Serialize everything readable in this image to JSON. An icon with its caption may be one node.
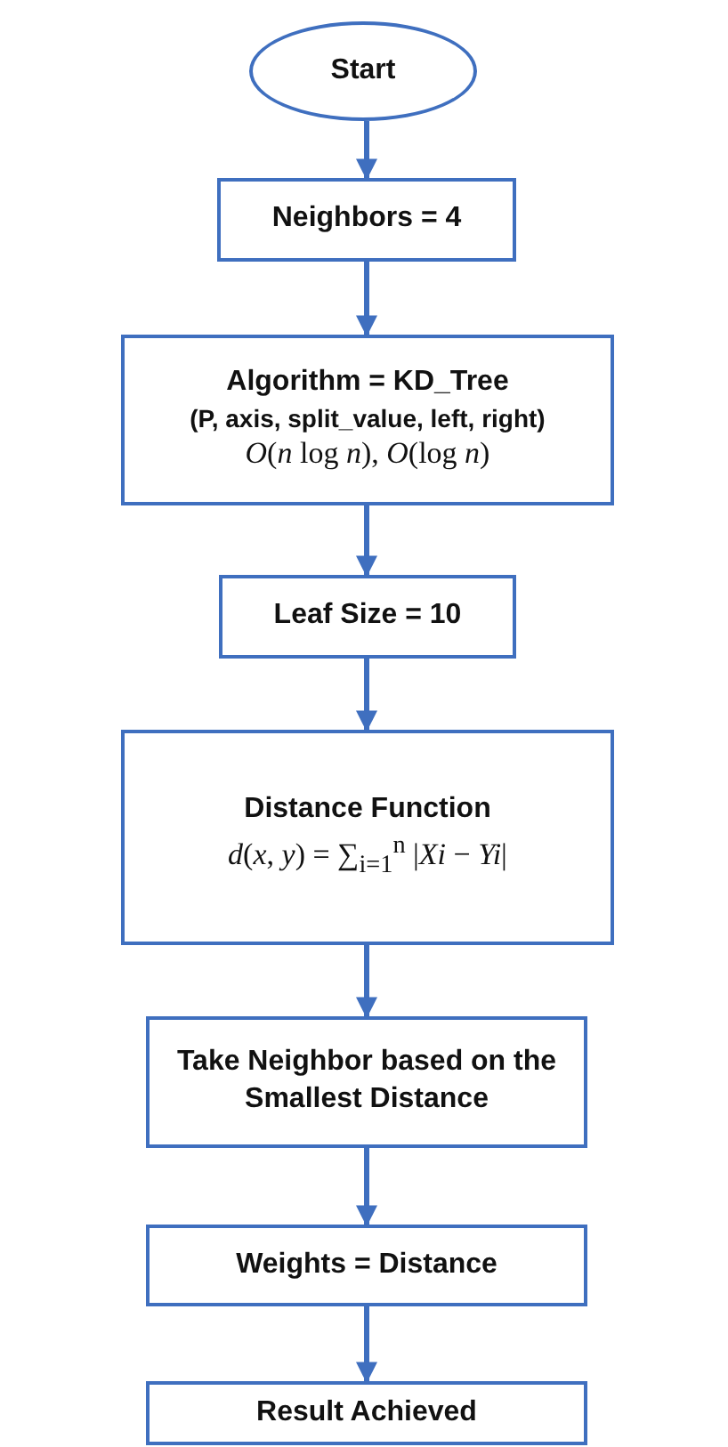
{
  "diagram": {
    "nodes": [
      {
        "text": [
          "Start"
        ]
      },
      {
        "text": [
          "Neighbors = 4"
        ]
      },
      {
        "text": [
          "Algorithm = KD_Tree",
          "(P, axis, split_value, left, right)",
          "*O*(*n* log *n*), *O*(log *n*)"
        ]
      },
      {
        "text": [
          "Leaf Size = 10"
        ]
      },
      {
        "text": [
          "Distance Function",
          "*d*(*x*, *y*) = ∑$_{i=1}$$^{n}$ |*Xi* − *Yi*|"
        ]
      },
      {
        "text": [
          "Take Neighbor based on the Smallest Distance"
        ]
      },
      {
        "text": [
          "Weights = Distance"
        ]
      },
      {
        "text": [
          "Result Achieved"
        ]
      }
    ],
    "edges": [
      {
        "from": 0,
        "to": 1,
        "arrow": "to"
      },
      {
        "from": 1,
        "to": 2,
        "arrow": "to"
      },
      {
        "from": 2,
        "to": 3,
        "arrow": "to"
      },
      {
        "from": 3,
        "to": 4,
        "arrow": "to"
      },
      {
        "from": 4,
        "to": 5,
        "arrow": "to"
      },
      {
        "from": 5,
        "to": 6,
        "arrow": "to"
      },
      {
        "from": 6,
        "to": 7,
        "arrow": "to"
      }
    ]
  }
}
